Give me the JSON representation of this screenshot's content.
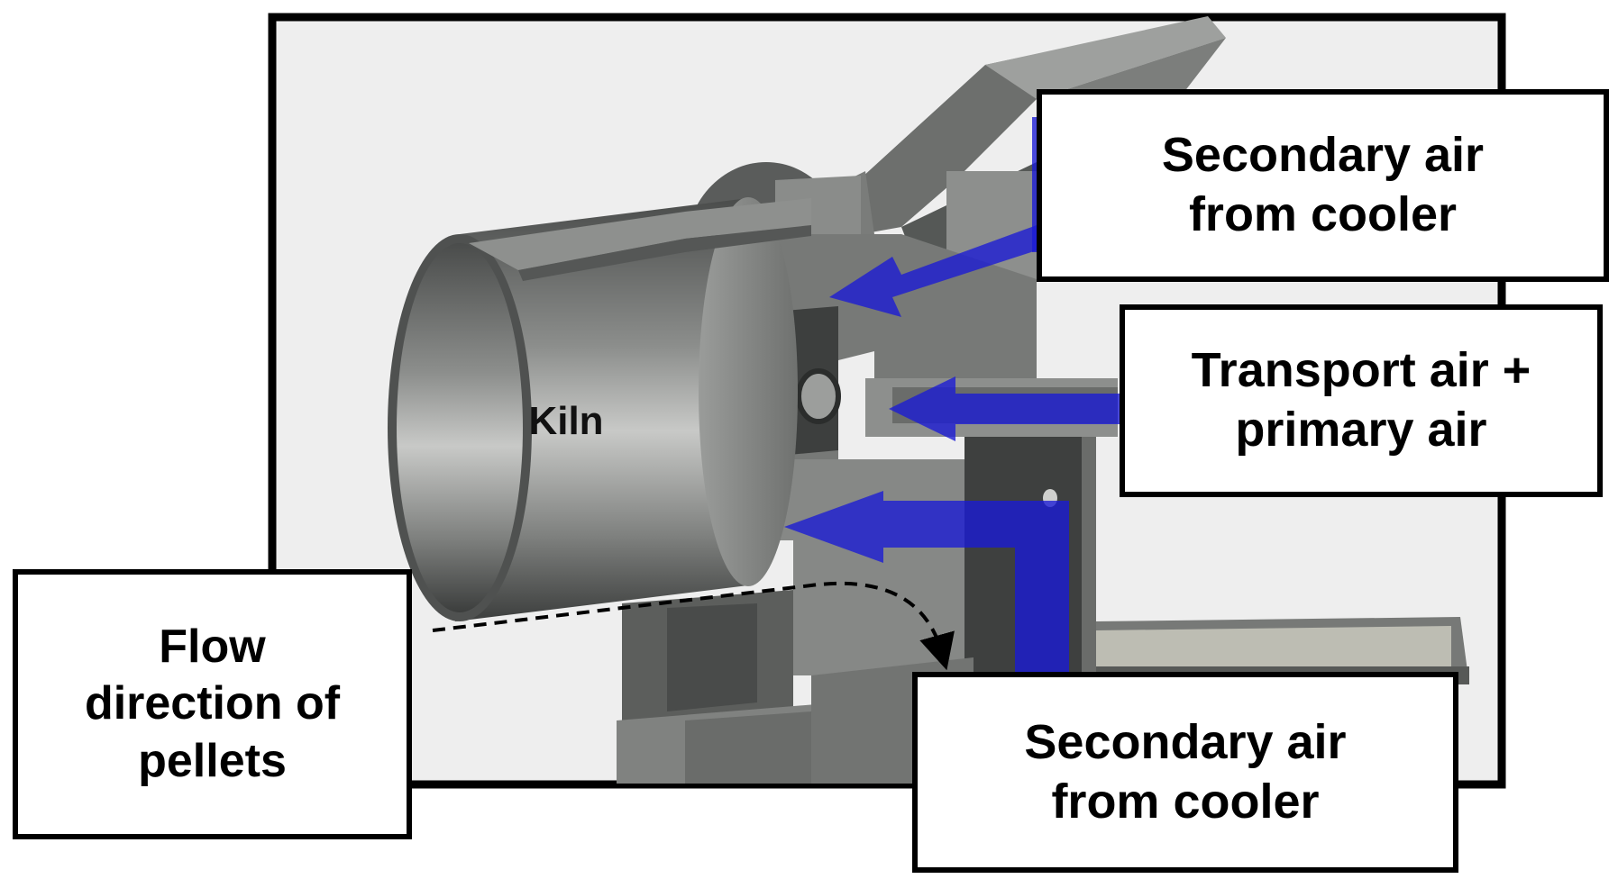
{
  "diagram": {
    "kiln_label": "Kiln",
    "labels": {
      "secondary_air_top": [
        "Secondary air",
        "from cooler"
      ],
      "transport_primary_air": [
        "Transport air +",
        "primary air"
      ],
      "secondary_air_bottom": [
        "Secondary air",
        "from cooler"
      ],
      "pellet_flow": [
        "Flow",
        "direction of",
        "pellets"
      ]
    },
    "colors": {
      "air_arrow": "#1a1ad6",
      "frame": "#000000",
      "background_panel": "#eeeeee",
      "metal_dark": "#3e4140",
      "metal_mid": "#7b7d7b",
      "metal_light": "#c9cac8"
    },
    "icons": {
      "air_flow": "arrow-left-icon",
      "pellet_path": "dashed-curved-arrow-icon"
    }
  }
}
